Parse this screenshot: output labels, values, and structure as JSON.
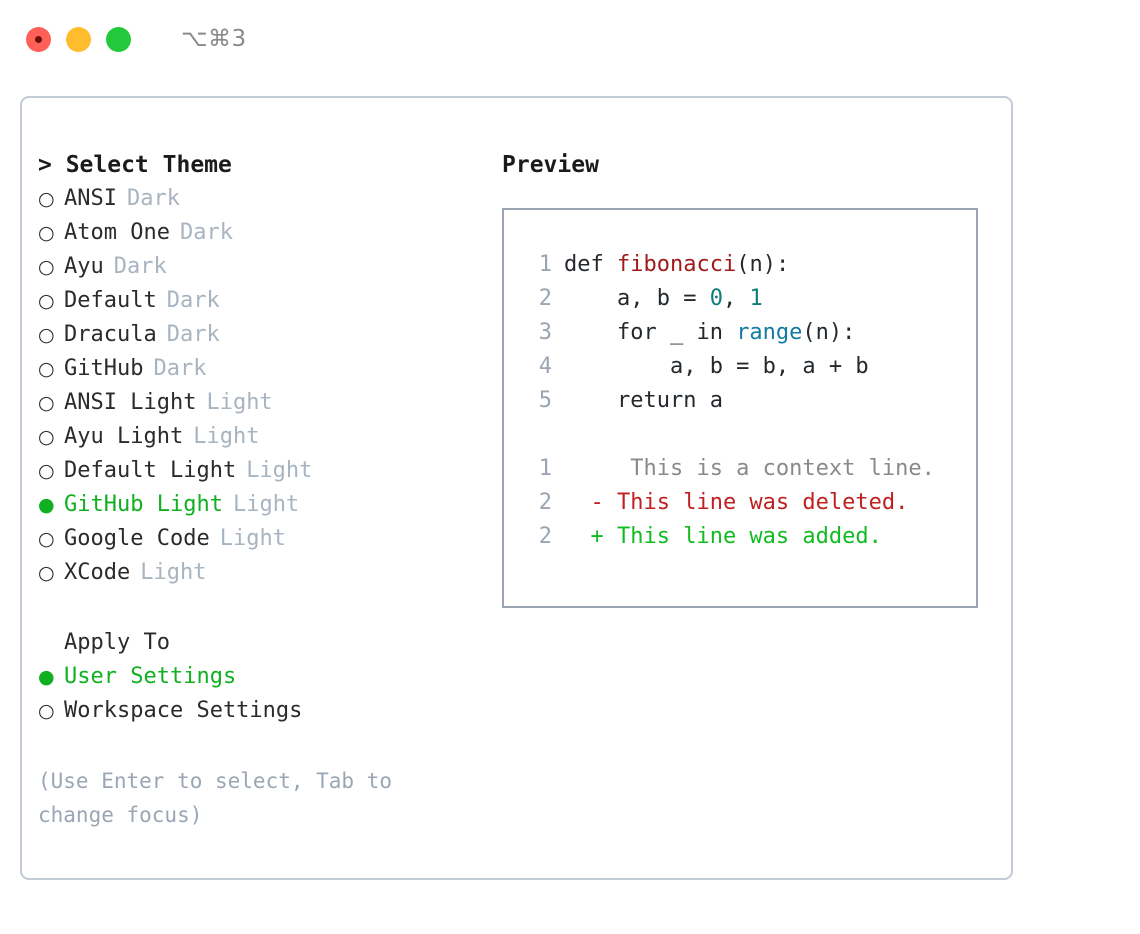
{
  "titlebar": {
    "shortcut": "⌥⌘3",
    "lights": [
      {
        "name": "close",
        "color": "#ff6159"
      },
      {
        "name": "minimize",
        "color": "#ffbd2e"
      },
      {
        "name": "maximize",
        "color": "#22c93a"
      }
    ]
  },
  "theme_picker": {
    "heading": "> Select Theme",
    "selected_marker": "●",
    "unselected_marker": "○",
    "options": [
      {
        "label": "ANSI",
        "tag": "Dark",
        "selected": false
      },
      {
        "label": "Atom One",
        "tag": "Dark",
        "selected": false
      },
      {
        "label": "Ayu",
        "tag": "Dark",
        "selected": false
      },
      {
        "label": "Default",
        "tag": "Dark",
        "selected": false
      },
      {
        "label": "Dracula",
        "tag": "Dark",
        "selected": false
      },
      {
        "label": "GitHub",
        "tag": "Dark",
        "selected": false
      },
      {
        "label": "ANSI Light",
        "tag": "Light",
        "selected": false
      },
      {
        "label": "Ayu Light",
        "tag": "Light",
        "selected": false
      },
      {
        "label": "Default Light",
        "tag": "Light",
        "selected": false
      },
      {
        "label": "GitHub Light",
        "tag": "Light",
        "selected": true
      },
      {
        "label": "Google Code",
        "tag": "Light",
        "selected": false
      },
      {
        "label": "XCode",
        "tag": "Light",
        "selected": false
      }
    ]
  },
  "apply_to": {
    "heading": "Apply To",
    "options": [
      {
        "label": "User Settings",
        "selected": true
      },
      {
        "label": "Workspace Settings",
        "selected": false
      }
    ]
  },
  "hint": "(Use Enter to select, Tab to change focus)",
  "preview": {
    "heading": "Preview",
    "code_lines": [
      {
        "num": "1",
        "segments": [
          {
            "text": "def ",
            "style": "plain"
          },
          {
            "text": "fibonacci",
            "style": "fn"
          },
          {
            "text": "(n):",
            "style": "plain"
          }
        ]
      },
      {
        "num": "2",
        "segments": [
          {
            "text": "    a, b = ",
            "style": "plain"
          },
          {
            "text": "0",
            "style": "num"
          },
          {
            "text": ", ",
            "style": "plain"
          },
          {
            "text": "1",
            "style": "num"
          }
        ]
      },
      {
        "num": "3",
        "segments": [
          {
            "text": "    for _ in ",
            "style": "plain"
          },
          {
            "text": "range",
            "style": "call"
          },
          {
            "text": "(n):",
            "style": "plain"
          }
        ]
      },
      {
        "num": "4",
        "segments": [
          {
            "text": "        a, b = b, a + b",
            "style": "plain"
          }
        ]
      },
      {
        "num": "5",
        "segments": [
          {
            "text": "    return a",
            "style": "plain"
          }
        ]
      }
    ],
    "diff_lines": [
      {
        "num": "1",
        "marker": " ",
        "text": "  This is a context line.",
        "kind": "context"
      },
      {
        "num": "2",
        "marker": "-",
        "text": " This line was deleted.",
        "kind": "deleted"
      },
      {
        "num": "2",
        "marker": "+",
        "text": " This line was added.",
        "kind": "added"
      }
    ]
  },
  "colors": {
    "accent_green": "#11b021",
    "tag_gray": "#a8b4c0",
    "hint_gray": "#9aa6b4",
    "panel_border": "#c2cbd6",
    "preview_border": "#9aa5b1",
    "diff_deleted": "#c02020",
    "diff_added": "#12bb21",
    "code_function": "#a01b1b",
    "code_call": "#127ca0",
    "code_number": "#0a7d77"
  }
}
